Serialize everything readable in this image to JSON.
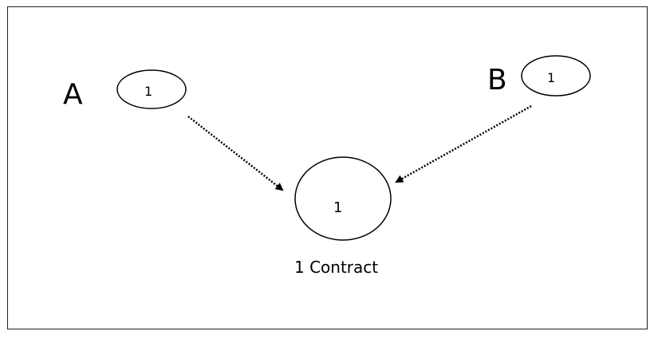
{
  "diagram": {
    "party_a": {
      "letter": "A",
      "value": "1"
    },
    "party_b": {
      "letter": "B",
      "value": "1"
    },
    "contract": {
      "value": "1",
      "caption": "1 Contract"
    }
  }
}
